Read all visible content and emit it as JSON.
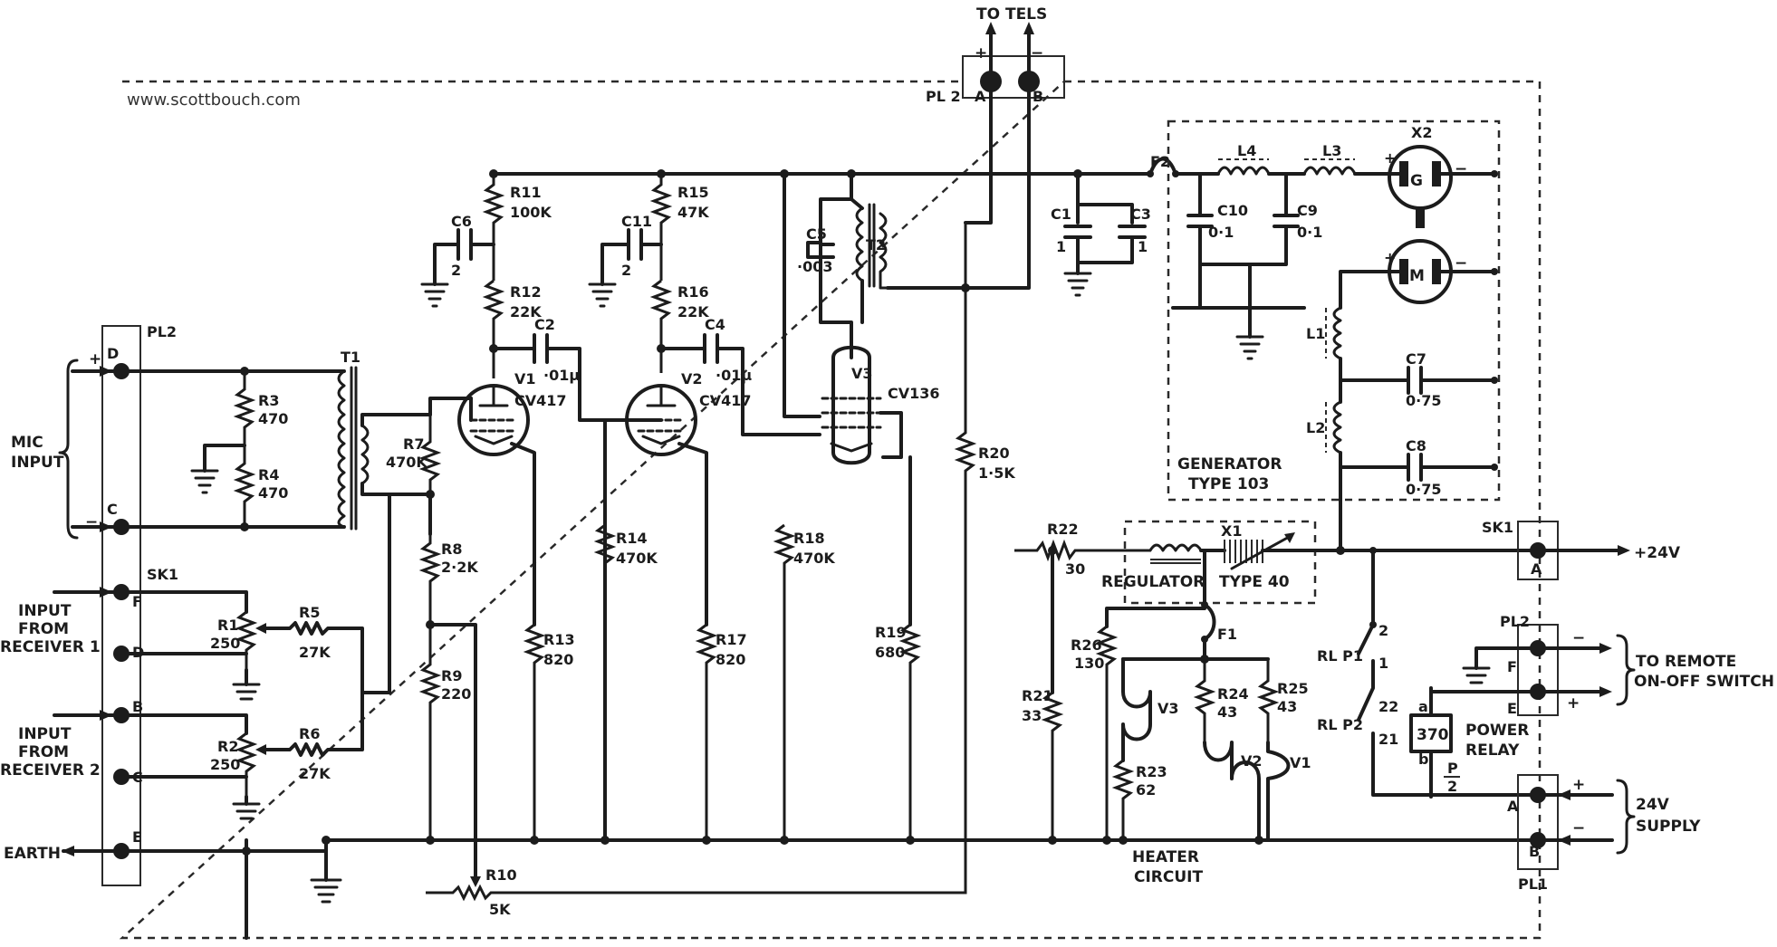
{
  "site": "www.scottbouch.com",
  "to_tels": "TO TELS",
  "pl2_top": "PL 2",
  "pl2_top_pins": [
    "A",
    "B"
  ],
  "plus": "+",
  "minus": "−",
  "pl2_left": "PL2",
  "mic_input": [
    "MIC",
    "INPUT"
  ],
  "pins_left": [
    "D",
    "C"
  ],
  "sk1_left": "SK1",
  "pins_sk1": [
    "F",
    "D",
    "B",
    "C",
    "E"
  ],
  "input_rx1": [
    "INPUT",
    "FROM",
    "RECEIVER 1"
  ],
  "input_rx2": [
    "INPUT",
    "FROM",
    "RECEIVER 2"
  ],
  "earth": "EARTH",
  "t1": "T1",
  "t2": "T2",
  "valves": {
    "v1": {
      "name": "V1",
      "type": "CV417"
    },
    "v2": {
      "name": "V2",
      "type": "CV417"
    },
    "v3": {
      "name": "V3",
      "type": "CV136"
    }
  },
  "resistors": {
    "r1": [
      "R1",
      "250"
    ],
    "r2": [
      "R2",
      "250"
    ],
    "r3": [
      "R3",
      "470"
    ],
    "r4": [
      "R4",
      "470"
    ],
    "r5": [
      "R5",
      "27K"
    ],
    "r6": [
      "R6",
      "27K"
    ],
    "r7": [
      "R7",
      "470K"
    ],
    "r8": [
      "R8",
      "2·2K"
    ],
    "r9": [
      "R9",
      "220"
    ],
    "r10": [
      "R10",
      "5K"
    ],
    "r11": [
      "R11",
      "100K"
    ],
    "r12": [
      "R12",
      "22K"
    ],
    "r13": [
      "R13",
      "820"
    ],
    "r14": [
      "R14",
      "470K"
    ],
    "r15": [
      "R15",
      "47K"
    ],
    "r16": [
      "R16",
      "22K"
    ],
    "r17": [
      "R17",
      "820"
    ],
    "r18": [
      "R18",
      "470K"
    ],
    "r19": [
      "R19",
      "680"
    ],
    "r20": [
      "R20",
      "1·5K"
    ],
    "r21": [
      "R21",
      "33"
    ],
    "r22": [
      "R22",
      "30"
    ],
    "r23": [
      "R23",
      "62"
    ],
    "r24": [
      "R24",
      "43"
    ],
    "r25": [
      "R25",
      "43"
    ],
    "r26": [
      "R26",
      "130"
    ]
  },
  "capacitors": {
    "c1": [
      "C1",
      "1"
    ],
    "c2": [
      "C2",
      "·01μ"
    ],
    "c3": [
      "C3",
      "1"
    ],
    "c4": [
      "C4",
      "·01μ"
    ],
    "c5": [
      "C5",
      "·003"
    ],
    "c6": [
      "C6",
      "2"
    ],
    "c7": [
      "C7",
      "0·75"
    ],
    "c8": [
      "C8",
      "0·75"
    ],
    "c9": [
      "C9",
      "0·1"
    ],
    "c10": [
      "C10",
      "0·1"
    ],
    "c11": [
      "C11",
      "2"
    ]
  },
  "inductors": {
    "l1": "L1",
    "l2": "L2",
    "l3": "L3",
    "l4": "L4"
  },
  "f1": "F1",
  "f2": "F2",
  "x1": "X1",
  "x2": "X2",
  "gen_g": "G",
  "mot_m": "M",
  "generator": [
    "GENERATOR",
    "TYPE 103"
  ],
  "regulator": [
    "REGULATOR",
    "TYPE 40"
  ],
  "heater_circuit": [
    "HEATER",
    "CIRCUIT"
  ],
  "heater_valves": [
    "V3",
    "V2",
    "V1"
  ],
  "sk1_right": "SK1",
  "sk1_right_pin": "A",
  "plus24": "+24V",
  "pl2_right": "PL2",
  "pl2_right_pins": [
    "F",
    "E"
  ],
  "remote_switch": [
    "TO REMOTE",
    "ON-OFF SWITCH"
  ],
  "rl_p1": "RL P1",
  "rl_p2": "RL P2",
  "relay_contacts": [
    "2",
    "1",
    "22",
    "21"
  ],
  "relay_ab": [
    "a",
    "b"
  ],
  "relay_value": "370",
  "power_relay": [
    "POWER",
    "RELAY"
  ],
  "relay_fraction": [
    "P",
    "2"
  ],
  "pl1": "PL1",
  "pl1_pins": [
    "A",
    "B"
  ],
  "supply": [
    "24V",
    "SUPPLY"
  ]
}
